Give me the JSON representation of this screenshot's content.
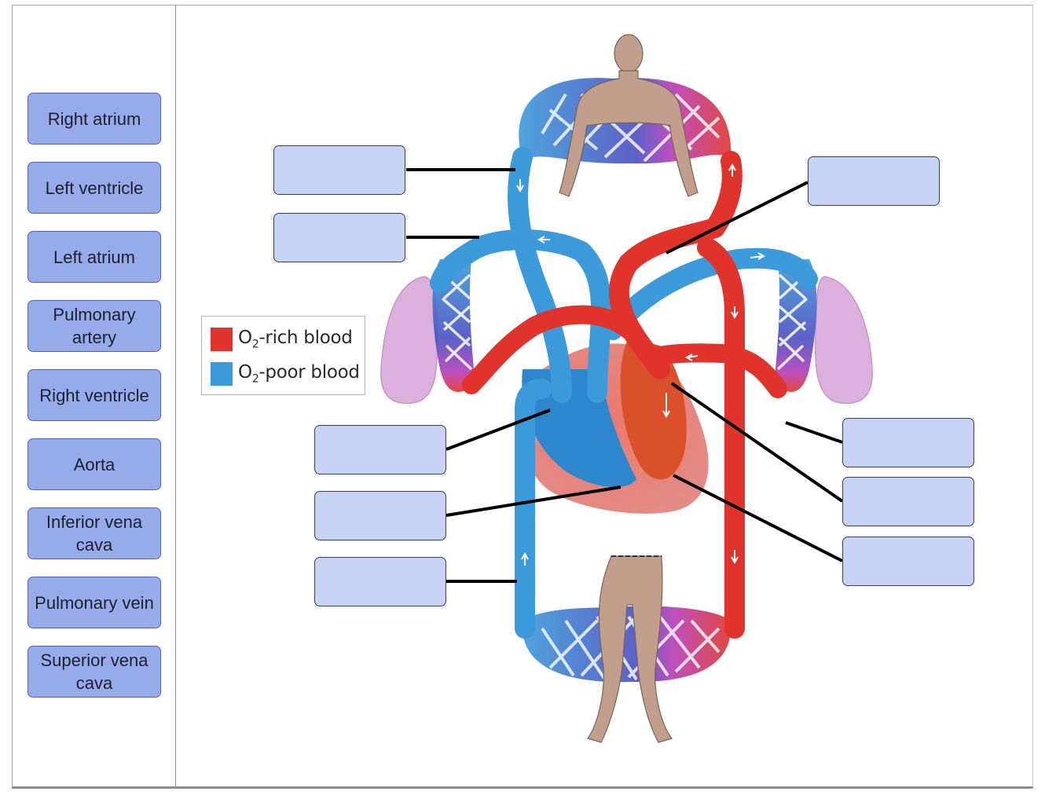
{
  "label_bank": [
    {
      "label": "Right atrium"
    },
    {
      "label": "Left ventricle"
    },
    {
      "label": "Left atrium"
    },
    {
      "label": "Pulmonary artery",
      "lines": [
        "Pulmonary",
        "artery"
      ]
    },
    {
      "label": "Right ventricle"
    },
    {
      "label": "Aorta"
    },
    {
      "label": "Inferior vena cava",
      "lines": [
        "Inferior vena",
        "cava"
      ]
    },
    {
      "label": "Pulmonary vein"
    },
    {
      "label": "Superior vena cava",
      "lines": [
        "Superior vena",
        "cava"
      ]
    }
  ],
  "legend": {
    "rich": {
      "o": "O",
      "sub": "2",
      "rest": "-rich blood",
      "color": "#e0332b"
    },
    "poor": {
      "o": "O",
      "sub": "2",
      "rest": "-poor blood",
      "color": "#3b9ad9"
    }
  },
  "drop_targets": [
    {
      "id": "left-upper-1",
      "value": ""
    },
    {
      "id": "left-upper-2",
      "value": ""
    },
    {
      "id": "right-upper",
      "value": ""
    },
    {
      "id": "left-mid-1",
      "value": ""
    },
    {
      "id": "left-mid-2",
      "value": ""
    },
    {
      "id": "left-mid-3",
      "value": ""
    },
    {
      "id": "right-lower-1",
      "value": ""
    },
    {
      "id": "right-lower-2",
      "value": ""
    },
    {
      "id": "right-lower-3",
      "value": ""
    }
  ],
  "colors": {
    "oxygen_rich": "#e0332b",
    "oxygen_poor": "#3b9ad9",
    "tile_fill": "#97aae9",
    "slot_fill": "#c7d3f5",
    "skin": "#c19f8c",
    "lung": "#dcb0dc"
  }
}
